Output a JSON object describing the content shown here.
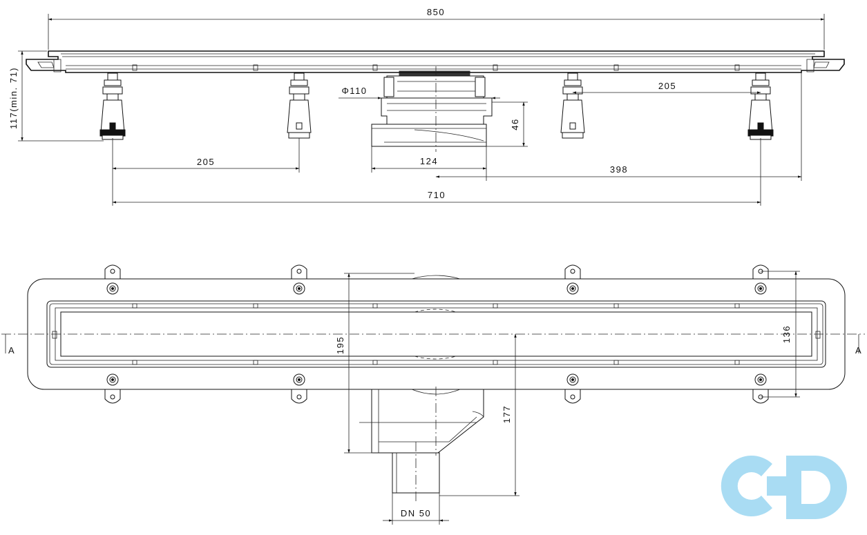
{
  "dimensions": {
    "overall_length": "850",
    "height": "117(min. 71)",
    "pipe_diameter": "Φ110",
    "foot_spacing_right": "205",
    "foot_spacing_left": "205",
    "outlet_height": "46",
    "outlet_width": "124",
    "outlet_to_end": "398",
    "foot_span": "710",
    "plan_width": "195",
    "plan_inner_width": "136",
    "outlet_depth": "177",
    "outlet_dn": "DN 50"
  },
  "section_marks": {
    "left": "A",
    "right": "A"
  },
  "logo": {
    "name": "cd-logo",
    "color": "#a9dcf3"
  }
}
